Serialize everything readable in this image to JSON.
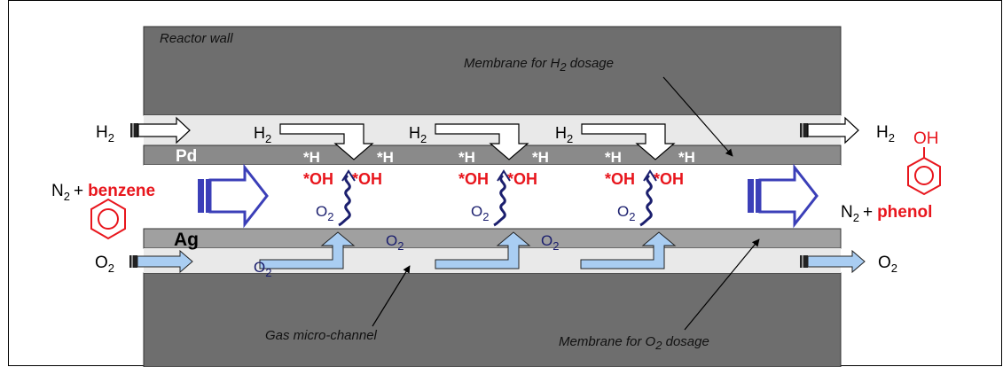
{
  "labels": {
    "reactor_wall": "Reactor wall",
    "membrane_h2": "Membrane for H",
    "membrane_h2_sub": "2",
    "membrane_h2_tail": " dosage",
    "membrane_o2": "Membrane for O",
    "membrane_o2_sub": "2",
    "membrane_o2_tail": " dosage",
    "gas_channel": "Gas micro-channel",
    "pd": "Pd",
    "ag": "Ag"
  },
  "species": {
    "h2": "H",
    "o2": "O",
    "n2": "N",
    "two": "2",
    "plus": "+",
    "benzene": "benzene",
    "phenol": "phenol",
    "oh_group": "OH",
    "star_h": "*H",
    "star_oh": "*OH"
  },
  "colors": {
    "wall": "#6e6e6e",
    "channel": "#e9e9e9",
    "membrane": "#8a8a8a",
    "red": "#e8161d",
    "flow_blue": "#3b3fb8",
    "o2_arrow": "#a9cdf2",
    "navy": "#1b1f6e"
  }
}
